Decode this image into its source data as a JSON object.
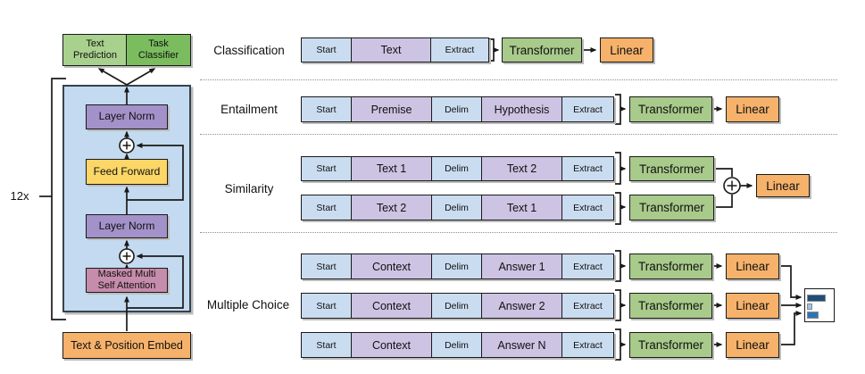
{
  "colors": {
    "token_control": "#cadcf0",
    "token_content": "#cdc3e3",
    "transformer_green": "#a8ca8a",
    "linear_orange": "#f6b26b",
    "text_prediction_green": "#a9d18e",
    "task_classifier_green": "#7bbd5e",
    "decoder_bg_blue": "#c3daf0",
    "layer_norm_purple": "#a391c9",
    "feed_forward_yellow": "#fcd667",
    "attention_pink": "#c68cab",
    "embed_orange": "#f6b26b",
    "bar_dark": "#1e4e79",
    "bar_light": "#9dc3e6",
    "bar_mid": "#2e74b5"
  },
  "icons": {
    "add-icon": "⊕",
    "score-bars-icon": "horizontal bar chart"
  },
  "shared": {
    "transformer_label": "Transformer",
    "linear_label": "Linear"
  },
  "architecture": {
    "repeat_label": "12x",
    "text_prediction_label": "Text Prediction",
    "task_classifier_label": "Task Classifier",
    "layer_norm_top_label": "Layer Norm",
    "feed_forward_label": "Feed Forward",
    "layer_norm_bottom_label": "Layer Norm",
    "attention_label": "Masked Multi Self Attention",
    "embed_label": "Text & Position Embed"
  },
  "tasks": {
    "classification": {
      "label": "Classification",
      "tokens": [
        "Start",
        "Text",
        "Extract"
      ]
    },
    "entailment": {
      "label": "Entailment",
      "tokens": [
        "Start",
        "Premise",
        "Delim",
        "Hypothesis",
        "Extract"
      ]
    },
    "similarity": {
      "label": "Similarity",
      "strip1": [
        "Start",
        "Text 1",
        "Delim",
        "Text 2",
        "Extract"
      ],
      "strip2": [
        "Start",
        "Text 2",
        "Delim",
        "Text 1",
        "Extract"
      ]
    },
    "multiple_choice": {
      "label": "Multiple Choice",
      "strip1": [
        "Start",
        "Context",
        "Delim",
        "Answer 1",
        "Extract"
      ],
      "strip2": [
        "Start",
        "Context",
        "Delim",
        "Answer 2",
        "Extract"
      ],
      "strip3": [
        "Start",
        "Context",
        "Delim",
        "Answer N",
        "Extract"
      ]
    }
  }
}
